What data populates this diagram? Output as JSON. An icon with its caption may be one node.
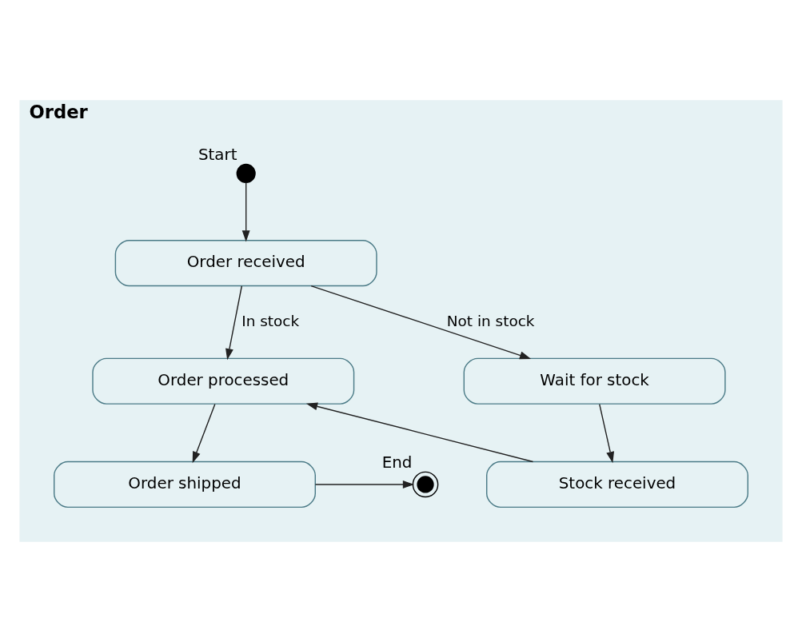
{
  "diagram": {
    "nodes": [
      {
        "text": [
          "Order"
        ]
      },
      {
        "text": [],
        "shape": "circle",
        "beside": [
          "Start"
        ],
        "in": 0
      },
      {
        "text": [
          "Order received"
        ],
        "in": 0
      },
      {
        "text": [
          "Order processed"
        ],
        "in": 0
      },
      {
        "text": [
          "Wait for stock"
        ],
        "in": 0
      },
      {
        "text": [
          "Stock received"
        ],
        "in": 0
      },
      {
        "text": [
          "Order shipped"
        ],
        "in": 0
      },
      {
        "text": [],
        "shape": "circle",
        "beside": [
          "End"
        ],
        "in": 0
      }
    ],
    "edges": [
      {
        "from": 1,
        "to": 2,
        "arrow": "to"
      },
      {
        "from": 2,
        "to": 3,
        "label": "In stock",
        "arrow": "to"
      },
      {
        "from": 2,
        "to": 4,
        "label": "Not in stock",
        "arrow": "to"
      },
      {
        "from": 4,
        "to": 5,
        "arrow": "to"
      },
      {
        "from": 5,
        "to": 3,
        "arrow": "to"
      },
      {
        "from": 3,
        "to": 6,
        "arrow": "to"
      },
      {
        "from": 6,
        "to": 7,
        "arrow": "to"
      }
    ]
  }
}
